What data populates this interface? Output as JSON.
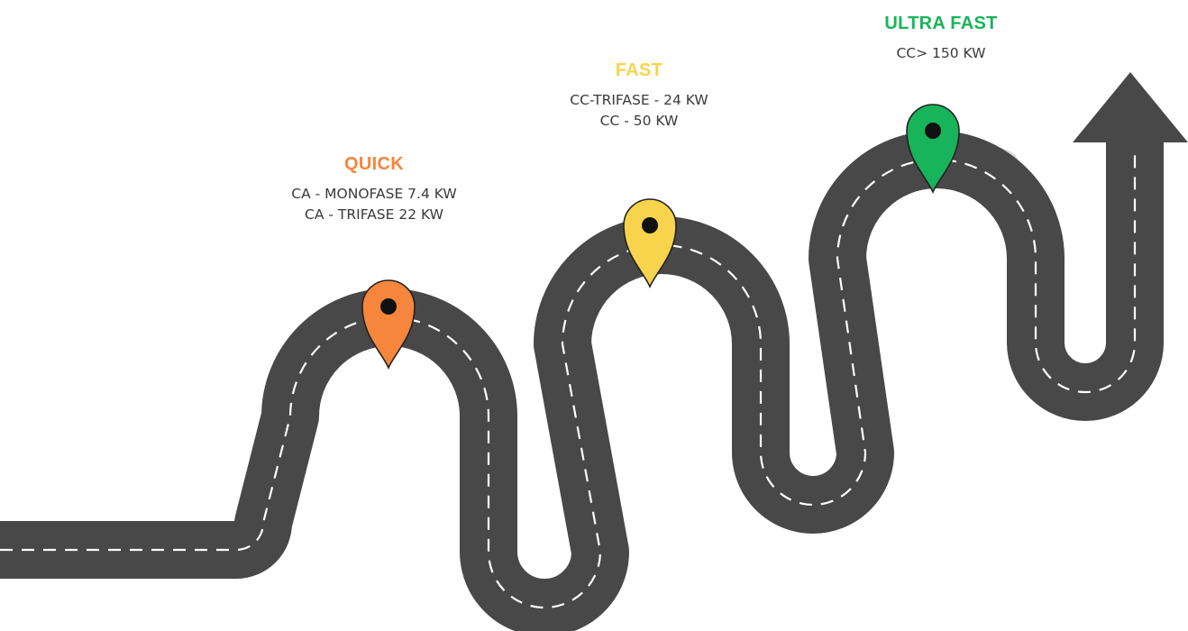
{
  "colors": {
    "road": "#484848",
    "lane": "#ffffff",
    "shadow": "#d9d9d9",
    "quick": "#f5863c",
    "fast": "#f7d44c",
    "ultra": "#18b45b",
    "pin_outline": "#222222",
    "pin_dot": "#111111"
  },
  "tiers": [
    {
      "id": "quick",
      "title": "QUICK",
      "color": "#f5863c",
      "lines": [
        "CA - MONOFASE 7.4 KW",
        "CA - TRIFASE 22 KW"
      ]
    },
    {
      "id": "fast",
      "title": "FAST",
      "color": "#f7d44c",
      "lines": [
        "CC-TRIFASE - 24 KW",
        "CC - 50 KW"
      ]
    },
    {
      "id": "ultra",
      "title": "ULTRA FAST",
      "color": "#18b45b",
      "lines": [
        "CC> 150 KW"
      ]
    }
  ],
  "icons": [
    "map-pin-icon",
    "arrow-up-icon"
  ]
}
